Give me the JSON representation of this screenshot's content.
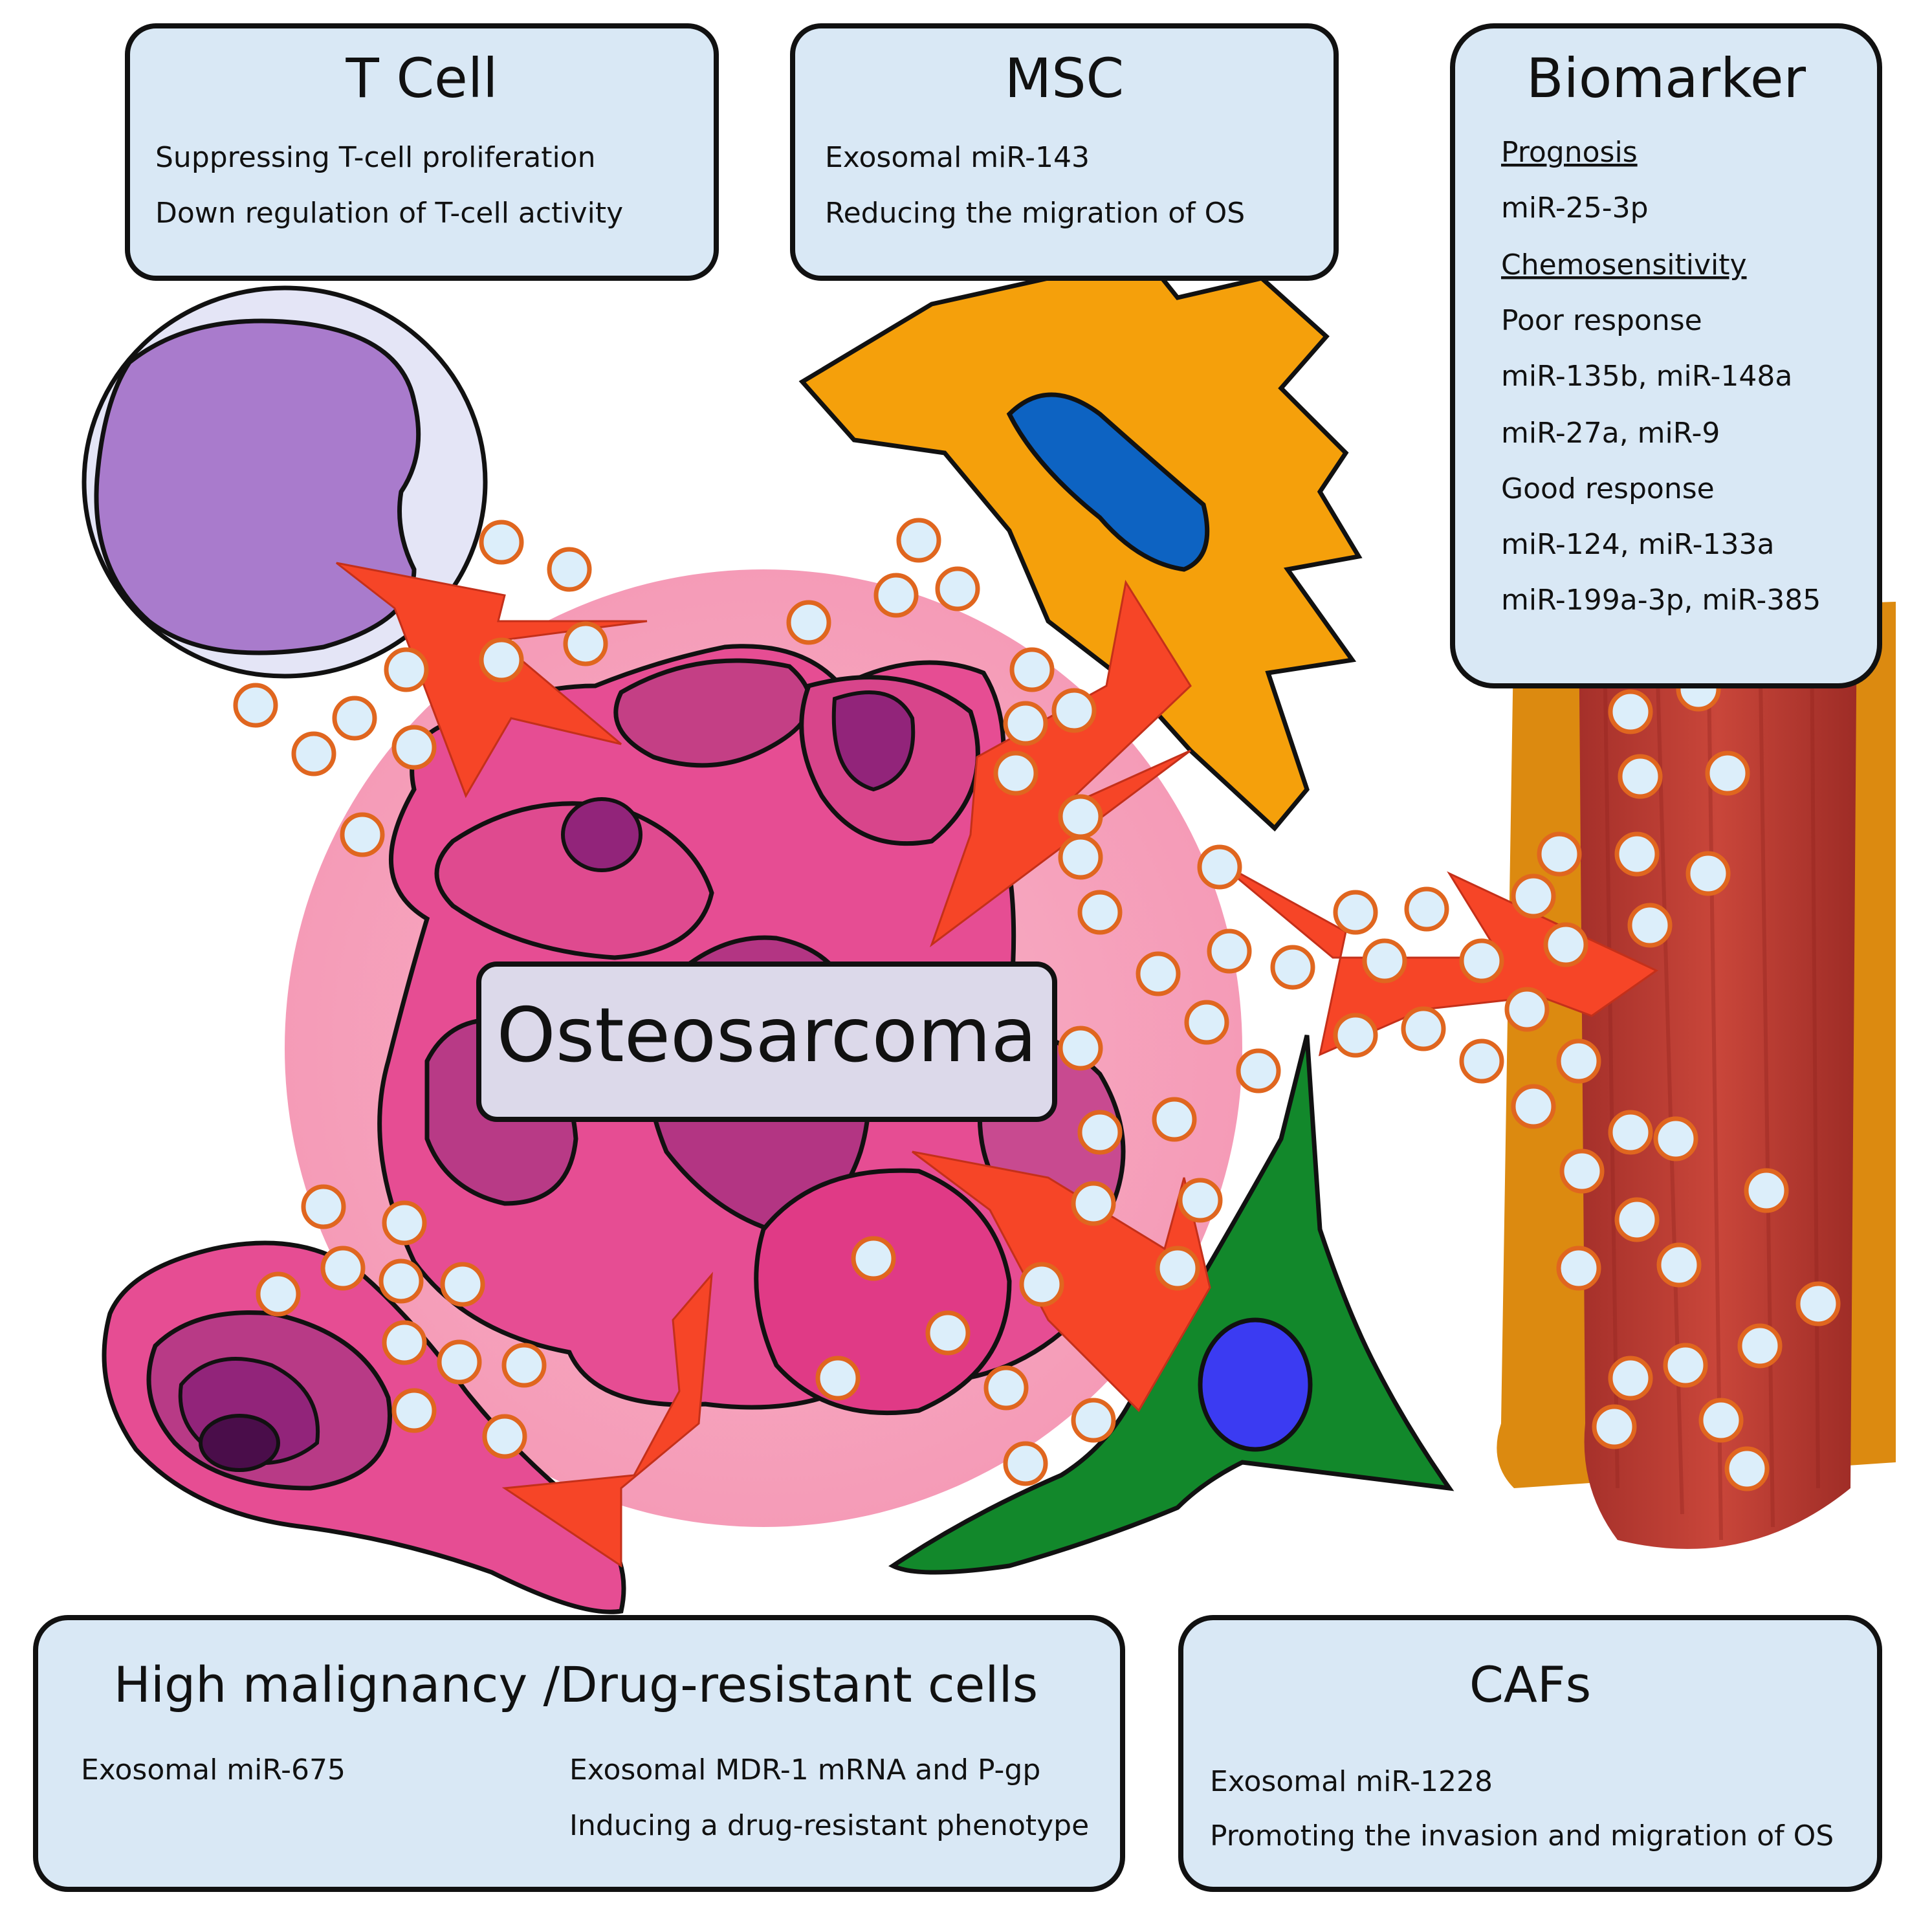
{
  "colors": {
    "box_fill": "#d9e8f5",
    "box_stroke": "#111111",
    "arrow": "#f64527",
    "exosome_fill": "#dceefa",
    "exosome_stroke": "#e0661f",
    "tcell_nucleus": "#a97bcc",
    "tcell_membrane": "#e4e5f6",
    "msc_body": "#f5a00b",
    "msc_nucleus": "#0d63c2",
    "caf_body": "#12882b",
    "caf_nucleus": "#3b3bf2",
    "tumor_halo": "#f6a3bd",
    "tumor_cells": "#e64d93",
    "vessel_wall": "#dc8a10",
    "vessel_lumen": "#b5392e"
  },
  "tcell_box": {
    "title": "T Cell",
    "lines": [
      "Suppressing T-cell proliferation",
      "Down regulation of T-cell activity"
    ]
  },
  "msc_box": {
    "title": "MSC",
    "lines": [
      "Exosomal miR-143",
      "Reducing the migration of OS"
    ]
  },
  "biomarker_box": {
    "title": "Biomarker",
    "prognosis_heading": "Prognosis",
    "prognosis_item": "miR-25-3p",
    "chemo_heading": "Chemosensitivity",
    "poor_label": "Poor response",
    "poor_items": [
      "miR-135b, miR-148a",
      "miR-27a, miR-9"
    ],
    "good_label": "Good response",
    "good_items": [
      "miR-124, miR-133a",
      "miR-199a-3p, miR-385"
    ]
  },
  "center_label": "Osteosarcoma",
  "malignancy_box": {
    "title": "High malignancy /Drug-resistant cells",
    "left_line": "Exosomal miR-675",
    "right_lines": [
      "Exosomal MDR-1 mRNA and P-gp",
      "Inducing  a drug-resistant phenotype"
    ]
  },
  "cafs_box": {
    "title": "CAFs",
    "lines": [
      "Exosomal miR-1228",
      "Promoting the invasion and migration of OS"
    ]
  }
}
